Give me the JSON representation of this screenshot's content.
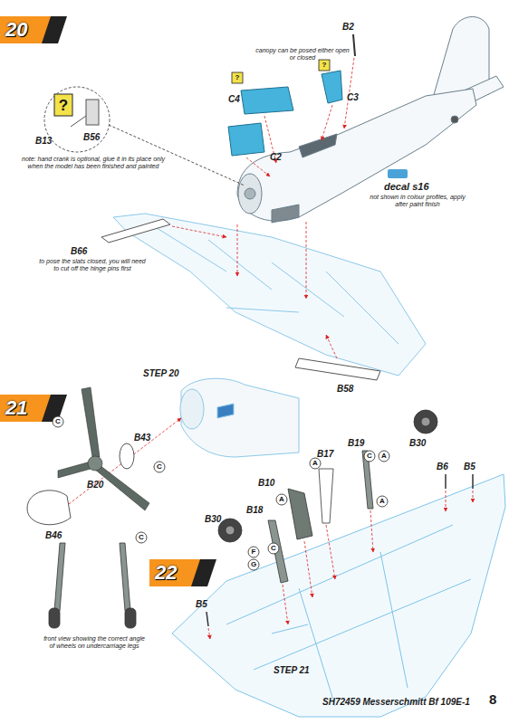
{
  "diagram": {
    "nodes": [
      {
        "text": [
          "20"
        ]
      },
      {
        "text": [
          "?"
        ]
      },
      {
        "text": [
          "?"
        ]
      },
      {
        "text": [
          "?"
        ]
      },
      {
        "text": [
          "21"
        ]
      },
      {
        "text": [
          "C"
        ]
      },
      {
        "text": [
          "C"
        ]
      },
      {
        "text": [
          "C"
        ]
      },
      {
        "text": [
          "22"
        ]
      },
      {
        "text": [
          "A"
        ]
      },
      {
        "text": [
          "C"
        ]
      },
      {
        "text": [
          "A"
        ]
      },
      {
        "text": [
          "A"
        ]
      },
      {
        "text": [
          "A"
        ]
      },
      {
        "text": [
          "C"
        ]
      },
      {
        "text": [
          "F"
        ]
      },
      {
        "text": [
          "G"
        ]
      }
    ],
    "labels": [
      "B2",
      "canopy can be posed either open or closed",
      "C4",
      "C3",
      "C2",
      "B13",
      "B56",
      "note: hand crank is optional, glue it in its place only when the model has been finished and painted",
      "decal s16",
      "not shown in colour profiles, apply after paint finish",
      "B66",
      "to pose the slats closed, you will need to cut off the hinge pins first",
      "B58",
      "STEP 20",
      "B43",
      "B20",
      "B46",
      "B17",
      "B19",
      "B30",
      "B10",
      "B18",
      "B30",
      "B6",
      "B5",
      "B5",
      "STEP 21",
      "front view showing the correct angle of wheels on undercarriage legs",
      "SH72459 Messerschmitt Bf 109E-1",
      "8"
    ]
  }
}
